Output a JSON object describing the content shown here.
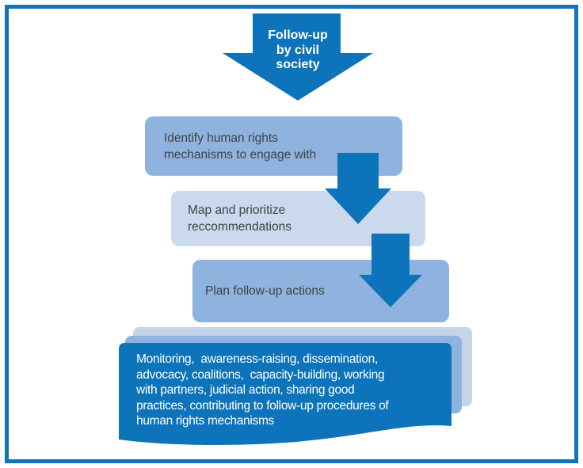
{
  "colors": {
    "dark_blue": "#0d73ba",
    "border_blue": "#1173b9",
    "medium_blue": "#8fb3df",
    "light_blue": "#cbd9ee",
    "panel_light_blue": "#c6d4ea",
    "text_dark": "#3f4145",
    "text_light": "#ffffff"
  },
  "top_arrow": {
    "label": "Follow-up by civil society",
    "lines": [
      "Follow-up",
      "by civil",
      "society"
    ]
  },
  "steps": [
    {
      "lines": [
        "Identify human rights",
        "mechanisms to engage with"
      ]
    },
    {
      "lines": [
        "Map and prioritize",
        "reccommendations"
      ]
    },
    {
      "lines": [
        "Plan follow-up actions"
      ]
    }
  ],
  "outcome": {
    "lines": [
      "Monitoring,  awareness-raising, dissemination,",
      "advocacy, coalitions,  capacity-building, working",
      "with partners, judicial action, sharing good",
      "practices, contributing to follow-up procedures of",
      "human rights mechanisms"
    ]
  }
}
